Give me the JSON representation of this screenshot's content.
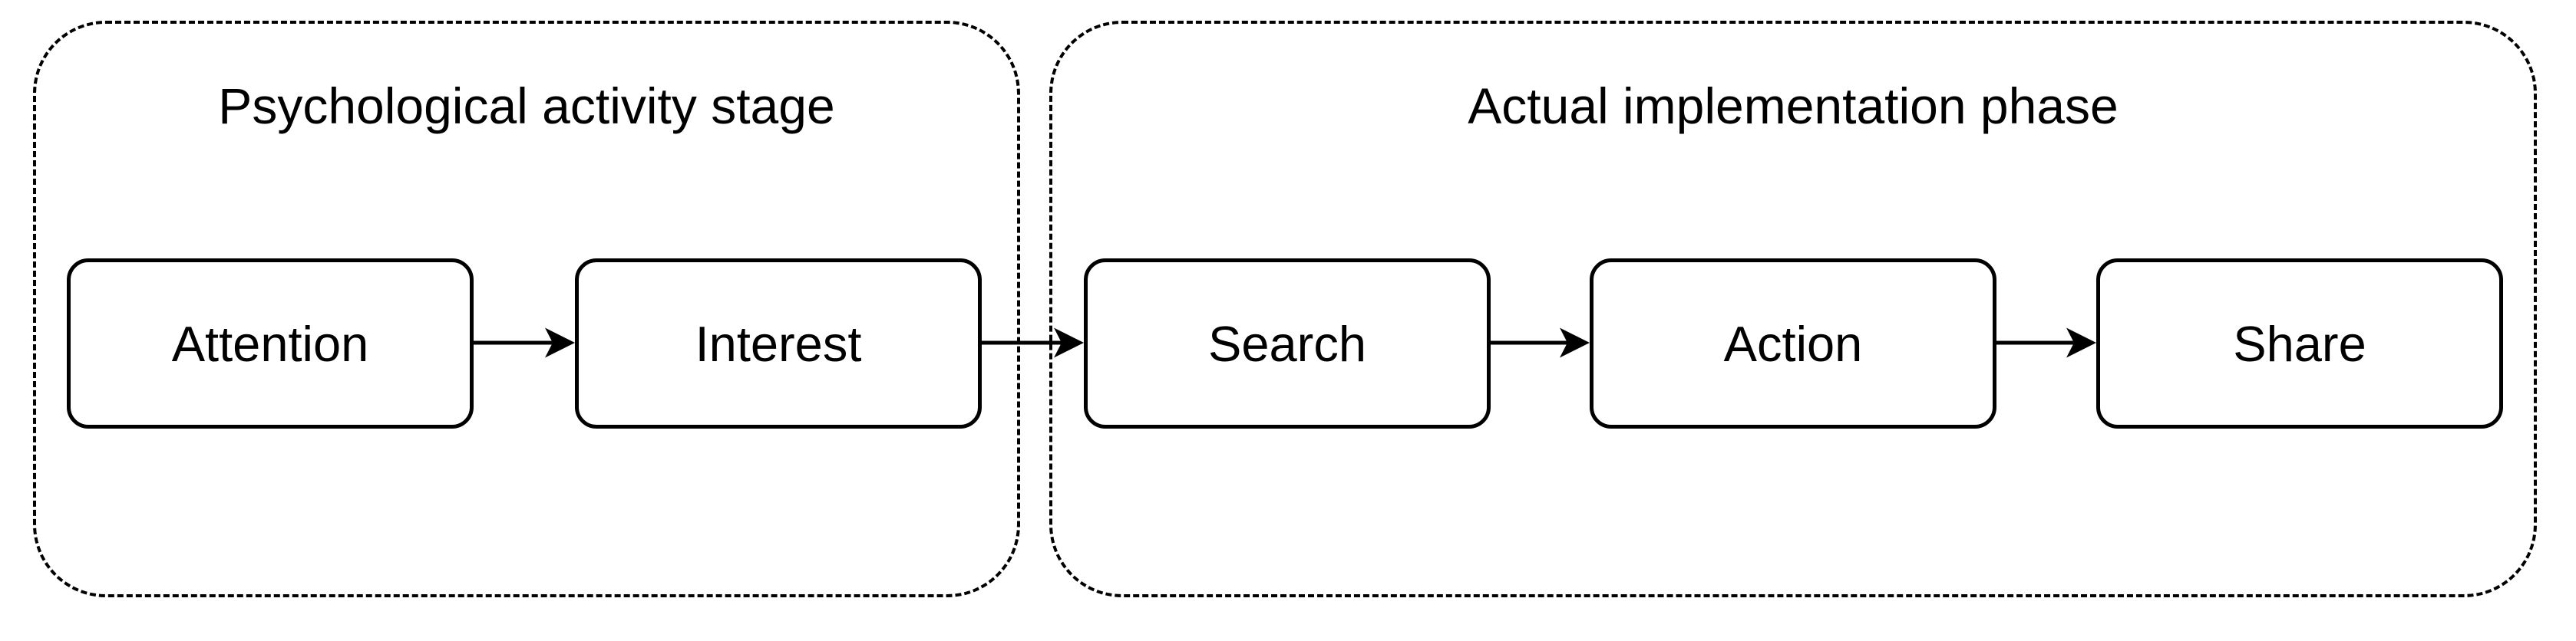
{
  "diagram": {
    "title_implied": "AISAS flow",
    "colors": {
      "stroke": "#000000",
      "background": "#ffffff",
      "text": "#000000"
    },
    "groups": [
      {
        "id": "psychological",
        "title": "Psychological activity stage",
        "nodes": [
          {
            "label": "Attention"
          },
          {
            "label": "Interest"
          }
        ]
      },
      {
        "id": "implementation",
        "title": "Actual implementation phase",
        "nodes": [
          {
            "label": "Search"
          },
          {
            "label": "Action"
          },
          {
            "label": "Share"
          }
        ]
      }
    ],
    "connections": [
      {
        "from": "Attention",
        "to": "Interest"
      },
      {
        "from": "Interest",
        "to": "Search"
      },
      {
        "from": "Search",
        "to": "Action"
      },
      {
        "from": "Action",
        "to": "Share"
      }
    ]
  }
}
